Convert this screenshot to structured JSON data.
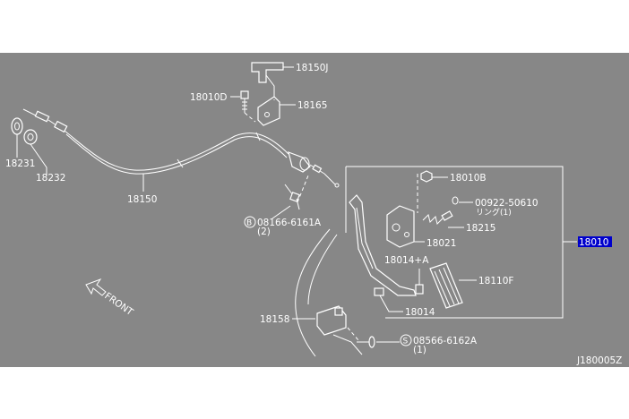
{
  "diagram": {
    "labels": {
      "p18150J": "18150J",
      "p18010D": "18010D",
      "p18165": "18165",
      "p18231": "18231",
      "p18232": "18232",
      "p18150": "18150",
      "p18010B": "18010B",
      "p00922": "00922-50610",
      "p00922_sub": "リング(1)",
      "p18215": "18215",
      "p18021": "18021",
      "p18014A": "18014+A",
      "p18110F": "18110F",
      "p18014": "18014",
      "p18158": "18158",
      "p08166": "08166-6161A",
      "p08166_sub": "(2)",
      "p08566": "08566-6162A",
      "p08566_sub": "(1)",
      "p18010": "18010",
      "front": "FRONT",
      "code": "J180005Z"
    },
    "prefix_b": "B",
    "prefix_s": "S"
  },
  "colors": {
    "panel": "#878787",
    "ink": "#ffffff",
    "highlight": "#0000cc"
  }
}
